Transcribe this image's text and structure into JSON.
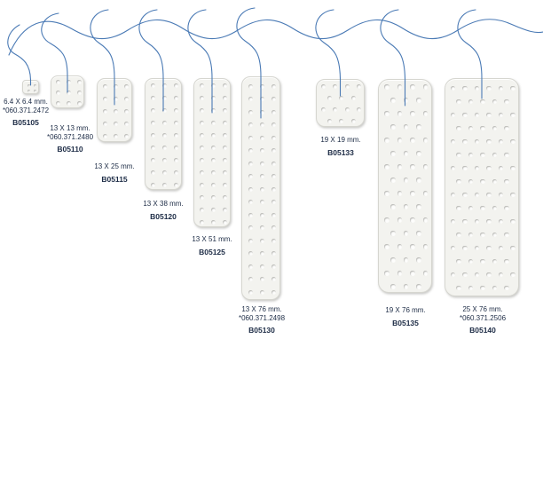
{
  "catalog": {
    "title": "perforated-silicone-pads-with-suture-leads",
    "colors": {
      "wire": "#4a7ab5",
      "label_text": "#1c2b45",
      "pad_fill": "#f3f3ef",
      "hole_fill": "#fdfdfc"
    },
    "products": [
      {
        "size": "6.4 X 6.4 mm.",
        "ref": "*060.371.2472",
        "code": "B05105"
      },
      {
        "size": "13 X 13 mm.",
        "ref": "*060.371.2480",
        "code": "B05110"
      },
      {
        "size": "13 X 25 mm.",
        "ref": "",
        "code": "B05115"
      },
      {
        "size": "13 X 38 mm.",
        "ref": "",
        "code": "B05120"
      },
      {
        "size": "13 X 51 mm.",
        "ref": "",
        "code": "B05125"
      },
      {
        "size": "13 X 76 mm.",
        "ref": "*060.371.2498",
        "code": "B05130"
      },
      {
        "size": "19 X 19 mm.",
        "ref": "",
        "code": "B05133"
      },
      {
        "size": "19 X 76 mm.",
        "ref": "",
        "code": "B05135"
      },
      {
        "size": "25 X 76 mm.",
        "ref": "*060.371.2506",
        "code": "B05140"
      }
    ]
  }
}
